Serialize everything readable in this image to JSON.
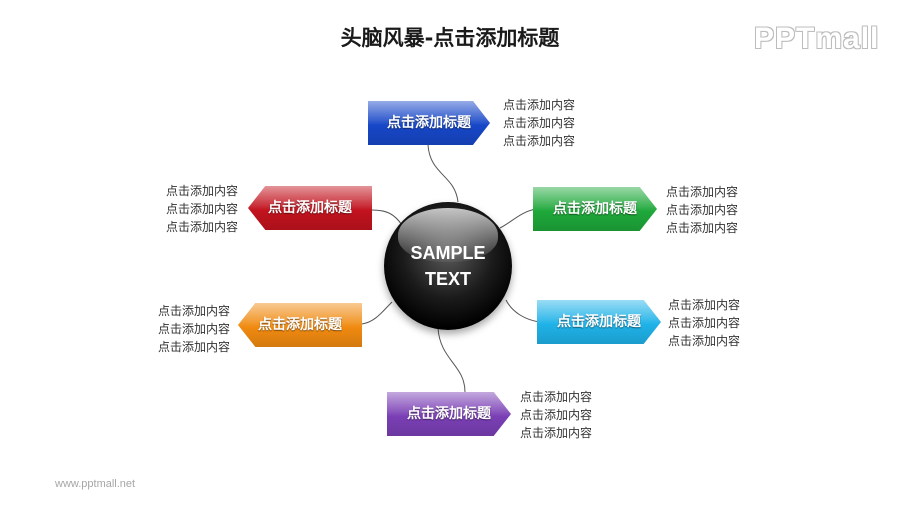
{
  "title": "头脑风暴-点击添加标题",
  "logo": "PPTmall",
  "footer": "www.pptmall.net",
  "hub": {
    "line1": "SAMPLE",
    "line2": "TEXT"
  },
  "nodes": [
    {
      "label": "点击添加标题",
      "color": "#1747c8",
      "items": [
        "点击添加内容",
        "点击添加内容",
        "点击添加内容"
      ]
    },
    {
      "label": "点击添加标题",
      "color": "#1ea83a",
      "items": [
        "点击添加内容",
        "点击添加内容",
        "点击添加内容"
      ]
    },
    {
      "label": "点击添加标题",
      "color": "#1fb2e8",
      "items": [
        "点击添加内容",
        "点击添加内容",
        "点击添加内容"
      ]
    },
    {
      "label": "点击添加标题",
      "color": "#7a3fb5",
      "items": [
        "点击添加内容",
        "点击添加内容",
        "点击添加内容"
      ]
    },
    {
      "label": "点击添加标题",
      "color": "#f08a10",
      "items": [
        "点击添加内容",
        "点击添加内容",
        "点击添加内容"
      ]
    },
    {
      "label": "点击添加标题",
      "color": "#c2131e",
      "items": [
        "点击添加内容",
        "点击添加内容",
        "点击添加内容"
      ]
    }
  ]
}
